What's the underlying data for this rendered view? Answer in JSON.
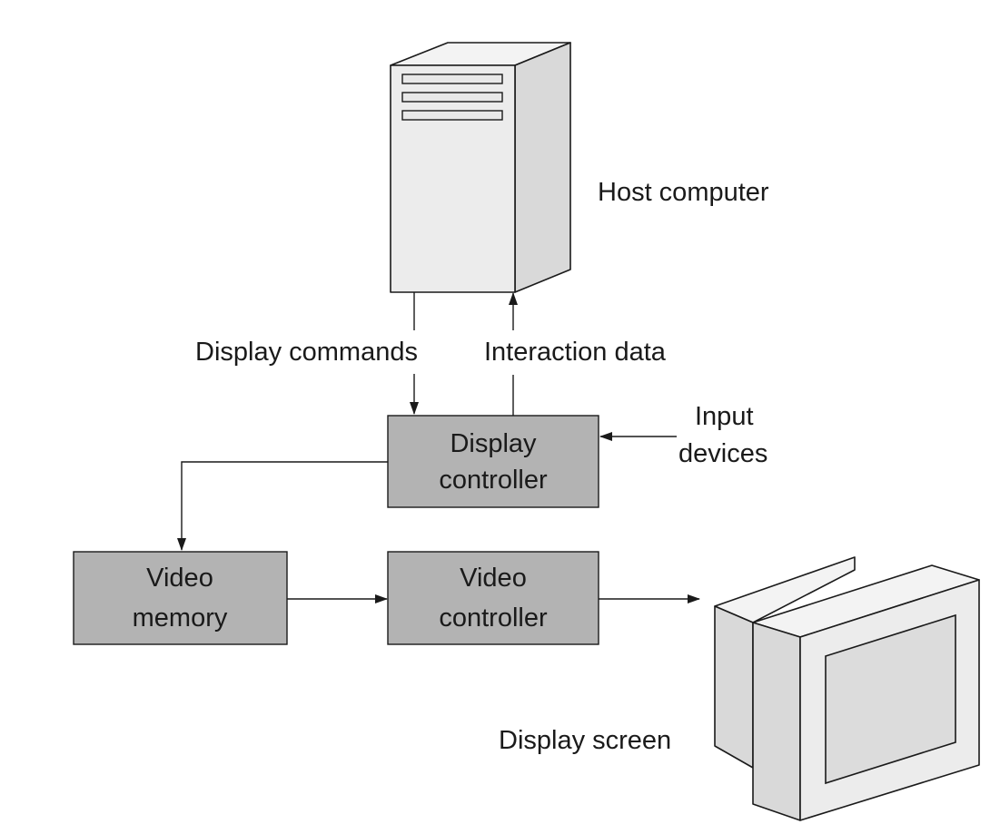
{
  "labels": {
    "host_computer": "Host computer",
    "display_commands": "Display commands",
    "interaction_data": "Interaction data",
    "input_devices_line1": "Input",
    "input_devices_line2": "devices",
    "display_screen": "Display screen"
  },
  "boxes": {
    "display_controller": {
      "line1": "Display",
      "line2": "controller"
    },
    "video_memory": {
      "line1": "Video",
      "line2": "memory"
    },
    "video_controller": {
      "line1": "Video",
      "line2": "controller"
    }
  },
  "colors": {
    "box_fill": "#b3b3b3",
    "stroke": "#1a1a1a",
    "background": "#ffffff"
  }
}
